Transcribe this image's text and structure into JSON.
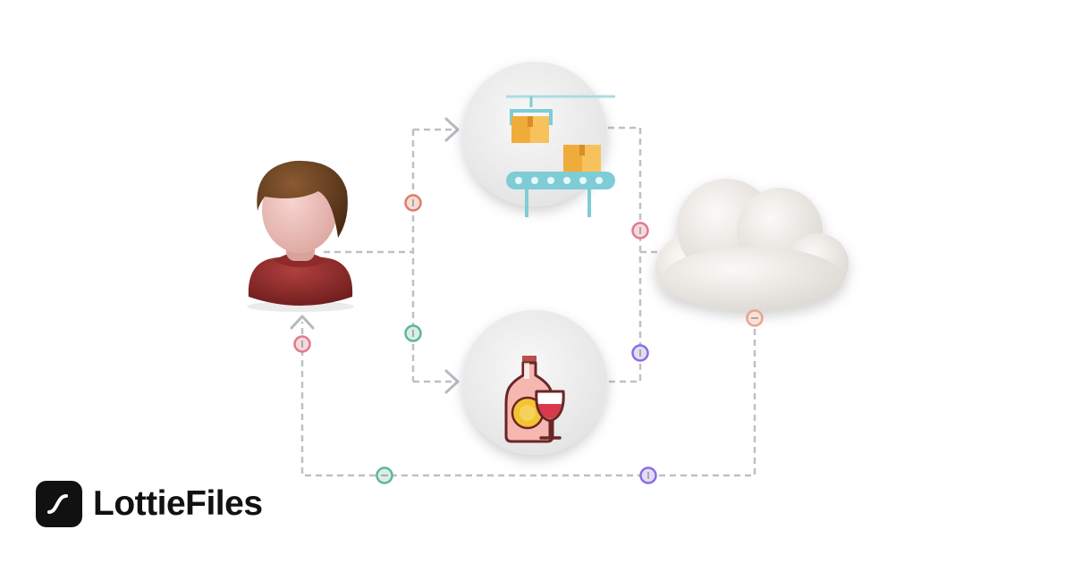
{
  "brand": {
    "name": "LottieFiles",
    "icon": "lottiefiles-logo-icon"
  },
  "diagram": {
    "nodes": [
      {
        "id": "user",
        "icon": "user-avatar-icon"
      },
      {
        "id": "factory",
        "icon": "conveyor-belt-boxes-icon"
      },
      {
        "id": "wine",
        "icon": "wine-bottle-glass-icon"
      },
      {
        "id": "cloud",
        "icon": "cloud-icon"
      }
    ],
    "connector_colors": {
      "coral": "#e07b6a",
      "pink": "#e07a8c",
      "green": "#5fb596",
      "purple": "#8a6ee0",
      "peach": "#e8a48c",
      "line": "#bfbfc8"
    }
  }
}
